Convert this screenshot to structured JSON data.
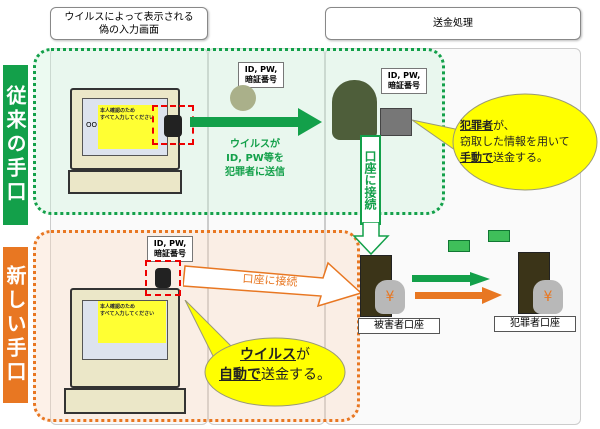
{
  "headers": {
    "fake_screen": "ウイルスによって表示される\n偽の入力画面",
    "transfer": "送金処理"
  },
  "rows": {
    "old_method": "従来の手口",
    "new_method": "新しい手口"
  },
  "old": {
    "note": "ID, PW,\n暗証番号",
    "criminal_note": "ID, PW,\n暗証番号",
    "arrow_text": [
      "ウイルスが",
      "ID, PW等を",
      "犯罪者に送信"
    ],
    "connect_vertical": "口座に接続",
    "bubble": {
      "l1a": "犯罪者",
      "l1b": "が、",
      "l2": "窃取した情報を用いて",
      "l3a": "手動で",
      "l3b": "送金する。"
    }
  },
  "new": {
    "note": "ID, PW,\n暗証番号",
    "connect": "口座に接続",
    "bubble": {
      "l1a": "ウイルス",
      "l1b": "が",
      "l2a": "自動で",
      "l2b": "送金する。"
    },
    "victim_account": "被害者口座",
    "criminal_account": "犯罪者口座"
  },
  "screen": {
    "popup": "本人確認のため\nすべて入力してください",
    "field": "OO"
  },
  "colors": {
    "green": "#13a04a",
    "orange": "#e87722",
    "yellow": "#ffff00"
  }
}
